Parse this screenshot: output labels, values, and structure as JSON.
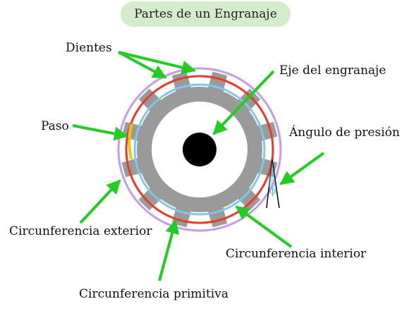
{
  "title": "Partes de un Engranaje",
  "labels": {
    "dientes": "Dientes",
    "eje": "Eje del engranaje",
    "paso": "Paso",
    "angulo": "Ángulo de presión",
    "exterior": "Circunferencia exterior",
    "interior": "Circunferencia interior",
    "primitiva": "Circunferencia primitiva",
    "phi": "ϕ"
  },
  "colors": {
    "arrow": "#22cc22",
    "outer_circle": "#c79be6",
    "pitch_circle": "#e83a2a",
    "inner_circle": "#7fc8ec",
    "gear": "#9a9a9a",
    "pitch_arc": "#f0c419",
    "axle": "#000000",
    "title_bg": "#d5eccb"
  },
  "gear": {
    "teeth": 12
  }
}
